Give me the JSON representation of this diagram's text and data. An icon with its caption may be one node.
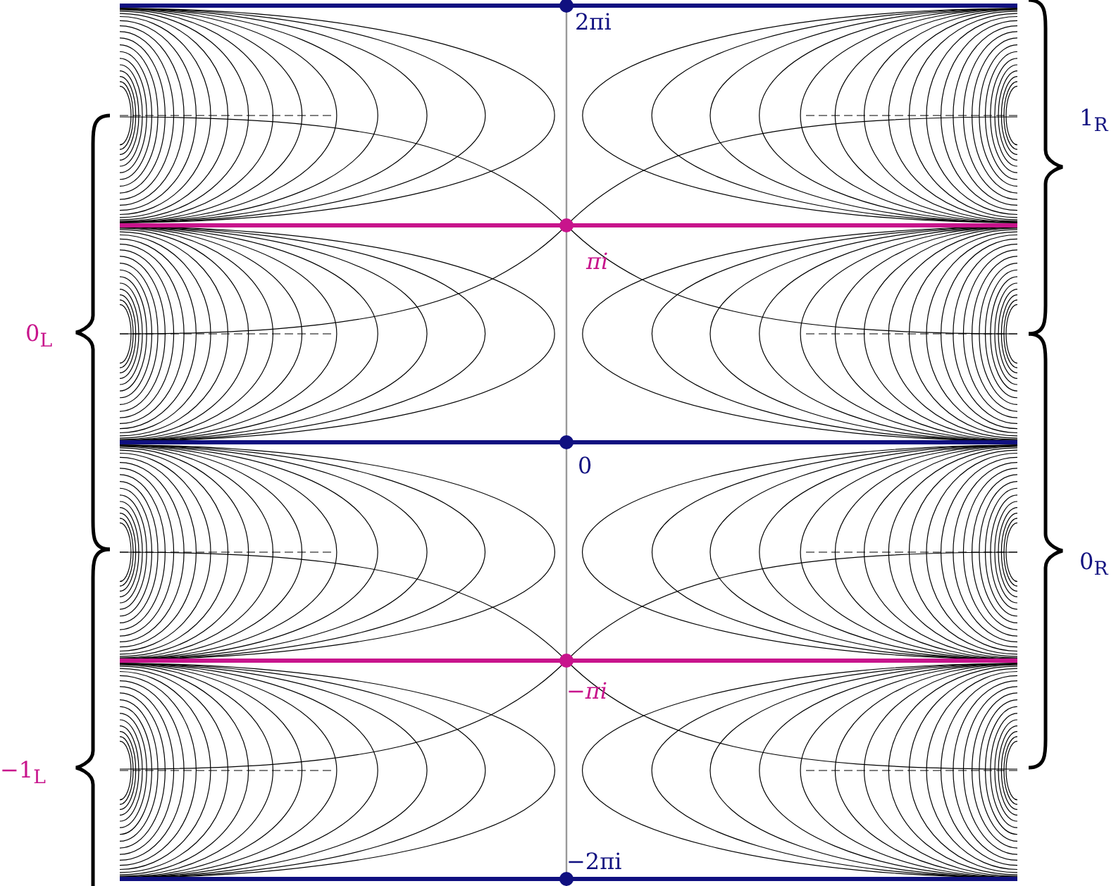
{
  "diagram": {
    "labels": [
      "2πi",
      "1$_{R}$",
      "*πi*",
      "0$_{L}$",
      "0",
      "0$_{R}$",
      "−*πi*",
      "−1$_{L}$",
      "−2πi"
    ]
  }
}
